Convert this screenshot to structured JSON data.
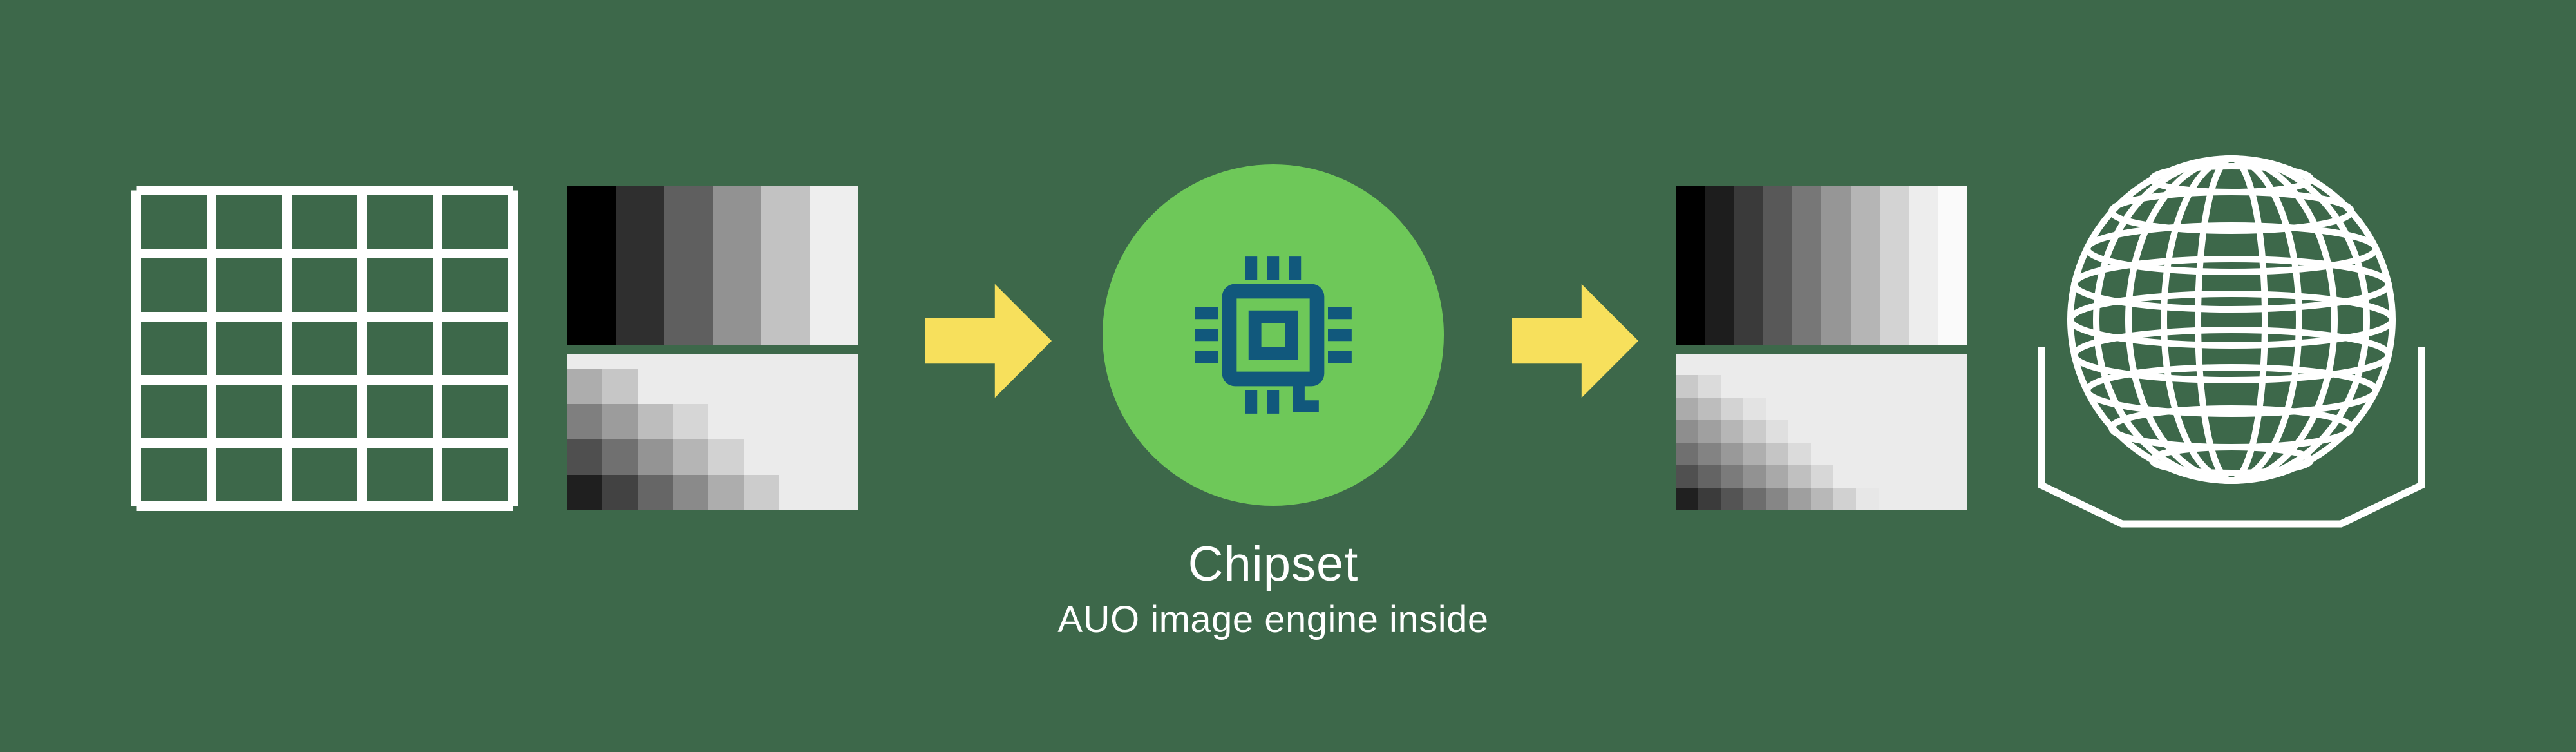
{
  "colors": {
    "background": "#3d684a",
    "white": "#ffffff",
    "arrow_yellow": "#f7e05c",
    "circle_green": "#6ec859",
    "chip_blue": "#11587c",
    "sample_bg": "#ebebeb"
  },
  "chipset": {
    "label": "Chipset",
    "sublabel": "AUO image engine inside"
  },
  "input_grid": {
    "rows": 5,
    "cols": 5
  },
  "input_gradient": [
    "#000000",
    "#2f2f2f",
    "#5f5f5f",
    "#929292",
    "#c2c2c2",
    "#eeeeee"
  ],
  "input_pixels": {
    "cell": 55,
    "matrix": [
      [
        "#adadad",
        "#c6c6c6",
        "",
        "",
        "",
        ""
      ],
      [
        "#7f7f7f",
        "#9c9c9c",
        "#bdbdbd",
        "#d6d6d6",
        "",
        ""
      ],
      [
        "#4f4f4f",
        "#707070",
        "#949494",
        "#b5b5b5",
        "#d2d2d2",
        ""
      ],
      [
        "#1f1f1f",
        "#424242",
        "#666666",
        "#8a8a8a",
        "#adadad",
        "#cccccc"
      ]
    ]
  },
  "output_gradient": [
    "#000000",
    "#1d1d1d",
    "#3a3a3a",
    "#585858",
    "#777777",
    "#969696",
    "#b5b5b5",
    "#d3d3d3",
    "#ededed",
    "#fafafa"
  ],
  "output_pixels": {
    "cell": 35,
    "matrix": [
      [
        "#c9c9c9",
        "#dbdbdb",
        "",
        "",
        "",
        "",
        "",
        "",
        ""
      ],
      [
        "#ababab",
        "#bdbdbd",
        "#d3d3d3",
        "#e3e3e3",
        "",
        "",
        "",
        "",
        ""
      ],
      [
        "#8e8e8e",
        "#a0a0a0",
        "#b6b6b6",
        "#cbcbcb",
        "#dfdfdf",
        "",
        "",
        "",
        ""
      ],
      [
        "#707070",
        "#838383",
        "#999999",
        "#afafaf",
        "#c5c5c5",
        "#dbdbdb",
        "",
        "",
        ""
      ],
      [
        "#505050",
        "#646464",
        "#7b7b7b",
        "#929292",
        "#a9a9a9",
        "#c0c0c0",
        "#d7d7d7",
        "",
        ""
      ],
      [
        "#202020",
        "#3b3b3b",
        "#545454",
        "#6d6d6d",
        "#868686",
        "#9f9f9f",
        "#b8b8b8",
        "#d1d1d1",
        "#e7e7e7"
      ]
    ]
  }
}
